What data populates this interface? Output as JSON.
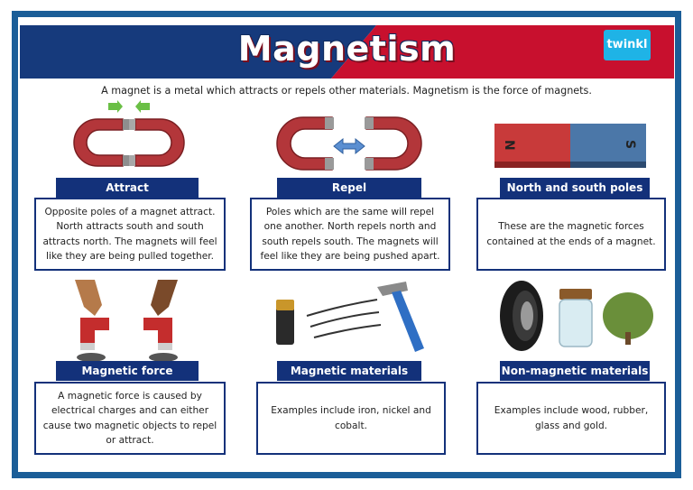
{
  "header": {
    "title": "Magnetism",
    "logo_text": "twinkl",
    "colors": {
      "blue": "#163a7c",
      "red": "#c8102e",
      "frame": "#1b5e98"
    }
  },
  "intro": "A magnet is a metal which attracts or repels other materials. Magnetism is the force of magnets.",
  "cards": [
    {
      "label": "Attract",
      "text": "Opposite poles of a magnet attract. North attracts south and south attracts north. The magnets will feel like they are being pulled together.",
      "icon": "attracting-horseshoe-magnets"
    },
    {
      "label": "Repel",
      "text": "Poles which are the same will repel one another. North repels north and south repels south. The magnets will feel like they are being pushed apart.",
      "icon": "repelling-horseshoe-magnets"
    },
    {
      "label": "North and south poles",
      "text": "These are the magnetic forces contained at the ends of a magnet.",
      "icon": "bar-magnet",
      "pole_n": "N",
      "pole_s": "S"
    },
    {
      "label": "Magnetic force",
      "text": "A magnetic force is caused by electrical charges and can either cause two magnetic objects to repel or attract.",
      "icon": "hands-holding-magnets"
    },
    {
      "label": "Magnetic materials",
      "text": "Examples include iron, nickel and cobalt.",
      "icon": "battery-pins-hammer"
    },
    {
      "label": "Non-magnetic materials",
      "text": "Examples include wood, rubber, glass and gold.",
      "icon": "tyre-jar-tree"
    }
  ]
}
